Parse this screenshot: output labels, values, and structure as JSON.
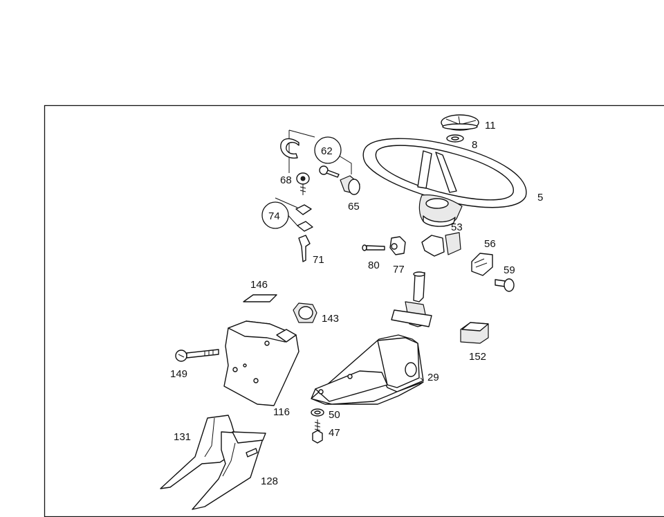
{
  "diagram": {
    "frame": {
      "border_color": "#111111",
      "background": "#ffffff"
    },
    "parts": [
      {
        "id": "steering-wheel-hub-cap",
        "label": "11"
      },
      {
        "id": "emblem-clip",
        "label": "8"
      },
      {
        "id": "steering-wheel",
        "label": "5"
      },
      {
        "id": "key-set-group",
        "label": "62"
      },
      {
        "id": "lock-cylinder",
        "label": "65"
      },
      {
        "id": "retaining-spring",
        "label": "68"
      },
      {
        "id": "key-washer-group",
        "label": "74"
      },
      {
        "id": "key",
        "label": "71"
      },
      {
        "id": "screw",
        "label": "80"
      },
      {
        "id": "clamp",
        "label": "77"
      },
      {
        "id": "switch",
        "label": "53"
      },
      {
        "id": "combination-switch",
        "label": "56"
      },
      {
        "id": "bolt",
        "label": "59"
      },
      {
        "id": "cover-plate",
        "label": "146"
      },
      {
        "id": "bushing",
        "label": "143"
      },
      {
        "id": "cap",
        "label": "152"
      },
      {
        "id": "long-bolt",
        "label": "149"
      },
      {
        "id": "steering-column-jacket",
        "label": "29"
      },
      {
        "id": "column-cover",
        "label": "116"
      },
      {
        "id": "washer",
        "label": "50"
      },
      {
        "id": "hex-bolt",
        "label": "47"
      },
      {
        "id": "lower-cover-left",
        "label": "131"
      },
      {
        "id": "lower-cover-right",
        "label": "128"
      }
    ]
  }
}
